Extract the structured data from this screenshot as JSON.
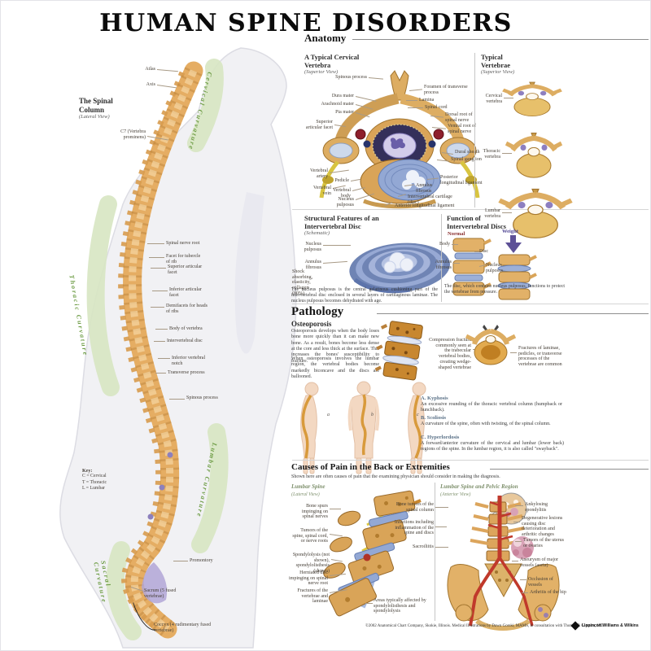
{
  "title": "HUMAN SPINE DISORDERS",
  "colors": {
    "bone": "#dca55c",
    "disc": "#93a8d4",
    "curvature_green": "#6d9c44",
    "artery": "#c0392b",
    "cord_purple": "#6a5ea8"
  },
  "spinal_column": {
    "title": "The Spinal Column",
    "subtitle": "(Lateral View)",
    "curvatures": {
      "cervical": "Cervical Curvature",
      "thoracic": "Thoracic Curvature",
      "lumbar": "Lumbar Curvature",
      "sacral": "Sacral Curvature"
    },
    "labels": {
      "atlas": "Atlas",
      "axis": "Axis",
      "c7": "C7 (Vertebra prominens)",
      "thoracic": [
        "Spinal nerve root",
        "Facet for tubercle of rib",
        "Superior articular facet",
        "Inferior articular facet",
        "Demifacets for heads of ribs",
        "Body of vertebra",
        "Intervertebral disc",
        "Inferior vertebral notch",
        "Transverse process"
      ],
      "spinous": "Spinous process",
      "promontory": "Promontory",
      "sacrum": "Sacrum (5 fused vertebrae)",
      "coccyx": "Coccyx (4 rudimentary fused vertebrae)"
    },
    "key": {
      "title": "Key:",
      "items": [
        "C = Cervical",
        "T = Thoracic",
        "L = Lumbar"
      ]
    }
  },
  "anatomy": {
    "header": "Anatomy",
    "cervical": {
      "title": "A Typical Cervical Vertebra",
      "subtitle": "(Superior View)",
      "labels_left": [
        "Spinous process",
        "Dura mater",
        "Arachnoid mater",
        "Pia mater",
        "Superior articular facet",
        "Vertebral artery",
        "Vertebral vein",
        "Pedicle",
        "Vertebral body",
        "Nucleus pulposus"
      ],
      "labels_right": [
        "Foramen of transverse process",
        "Lamina",
        "Spinal cord",
        "Dorsal root of spinal nerve",
        "Ventral root of spinal nerve",
        "Dural sheath",
        "Spinal ganglion",
        "Posterior longitudinal ligament",
        "Annulus fibrosus",
        "Intervertebral cartilage (disc)",
        "Anterior longitudinal ligament"
      ]
    },
    "typical": {
      "title": "Typical Vertebrae",
      "subtitle": "(Superior View)",
      "items": [
        "Cervical vertebra",
        "Thoracic vertebra",
        "Lumbar vertebra"
      ]
    },
    "disc_structure": {
      "title": "Structural Features of an Intervertebral Disc",
      "subtitle": "(Schematic)",
      "labels": [
        "Nucleus pulposus",
        "Annulus fibrosus"
      ],
      "note": "Shock absorbing, elasticity, collagen (80%)",
      "caption": "The nucleus pulposus is the central gelatinous cushioning part of the intervertebral disc enclosed in several layers of cartilaginous laminae. The nucleus pulposus becomes dehydrated with age."
    },
    "disc_function": {
      "title": "Function of Intervertebral Discs",
      "normal": "Normal",
      "weight": "Weight",
      "labels": [
        "Body",
        "Disc",
        "Annulus fibrosus",
        "Nucleus pulposus"
      ],
      "caption": "The disc, which contains nucleus pulposus, functions to protect the vertebrae from pressure."
    }
  },
  "pathology": {
    "header": "Pathology",
    "osteoporosis": {
      "title": "Osteoporosis",
      "text1": "Osteoporosis develops when the body loses bone more quickly than it can make new bone. As a result, bones become less dense at the core and less thick at the surface. This increases the bones' susceptibility to fracture.",
      "text2": "When osteoporosis involves the lumbar region, the vertebral bodies become markedly biconcave and the discs are ballooned.",
      "label_left": "Compression fracture commonly seen at the trabecular vertebral bodies, creating wedge-shaped vertebrae",
      "label_right": "Fractures of laminae, pedicles, or transverse processes of the vertebrae are common"
    },
    "curvature_disorders": {
      "fig_a": "a",
      "fig_b": "b",
      "fig_c": "c",
      "a_title": "A. Kyphosis",
      "a_text": "An excessive rounding of the thoracic vertebral column (humpback or hunchback).",
      "b_title": "B. Scoliosis",
      "b_text": "A curvature of the spine, often with twisting, of the spinal column.",
      "c_title": "C. Hyperlordosis",
      "c_text": "A forward/anterior curvature of the cervical and lumbar (lower back) regions of the spine. In the lumbar region, it is also called \"swayback\"."
    }
  },
  "causes": {
    "header": "Causes of Pain in the Back or Extremities",
    "subtext": "Shown here are often causes of pain that the examining physician should consider in making the diagnosis.",
    "lumbar_lateral": {
      "title": "Lumbar Spine",
      "subtitle": "(Lateral View)",
      "labels": [
        "Bone spurs impinging on spinal nerves",
        "Tumors of the spine, spinal cord, or nerve roots",
        "Spondylolysis (not shown), spondylolisthesis (shown)",
        "Herniated disc impinging on spinal nerve root",
        "Fractures of the vertebrae and laminae",
        "Areas typically affected by spondylolisthesis and spondylolysis"
      ]
    },
    "pelvic": {
      "title": "Lumbar Spine and Pelvic Region",
      "subtitle": "(Anterior View)",
      "labels_left": [
        "Bone tumors of the spinal column",
        "Infections including inflammation of the spine and discs",
        "Sacroiliitis"
      ],
      "labels_right": [
        "Ankylosing spondylitis",
        "Degenerative lesions causing disc deterioration and arthritic changes",
        "Tumors of the uterus or ovaries",
        "Aneurysm of major vessels (aorta)",
        "Occlusion of vessels",
        "Arthritis of the hip"
      ]
    }
  },
  "footer": {
    "copyright": "©2002 Anatomical Chart Company, Skokie, Illinois. Medical Illustrations by Dawn Gorski, MAMS, in consultation with Thomas P. Gleason, MD.",
    "publisher": "Lippincott Williams & Wilkins"
  }
}
